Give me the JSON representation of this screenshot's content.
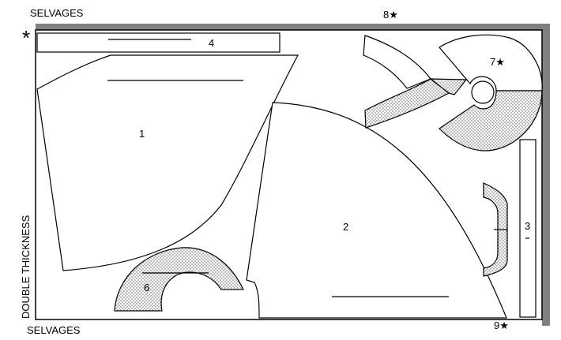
{
  "labels": {
    "selvage_top": "SELVAGES",
    "selvage_bottom": "SELVAGES",
    "double_thickness": "DOUBLE THICKNESS",
    "asterisk": "*"
  },
  "markers": {
    "m8": "8★",
    "m9": "9★",
    "m7": "7★"
  },
  "pieces": {
    "p1": "1",
    "p2": "2",
    "p3": "3",
    "p4": "4",
    "p6": "6"
  },
  "colors": {
    "shadow": "#808080",
    "line": "#000000",
    "dots": "#555555"
  }
}
